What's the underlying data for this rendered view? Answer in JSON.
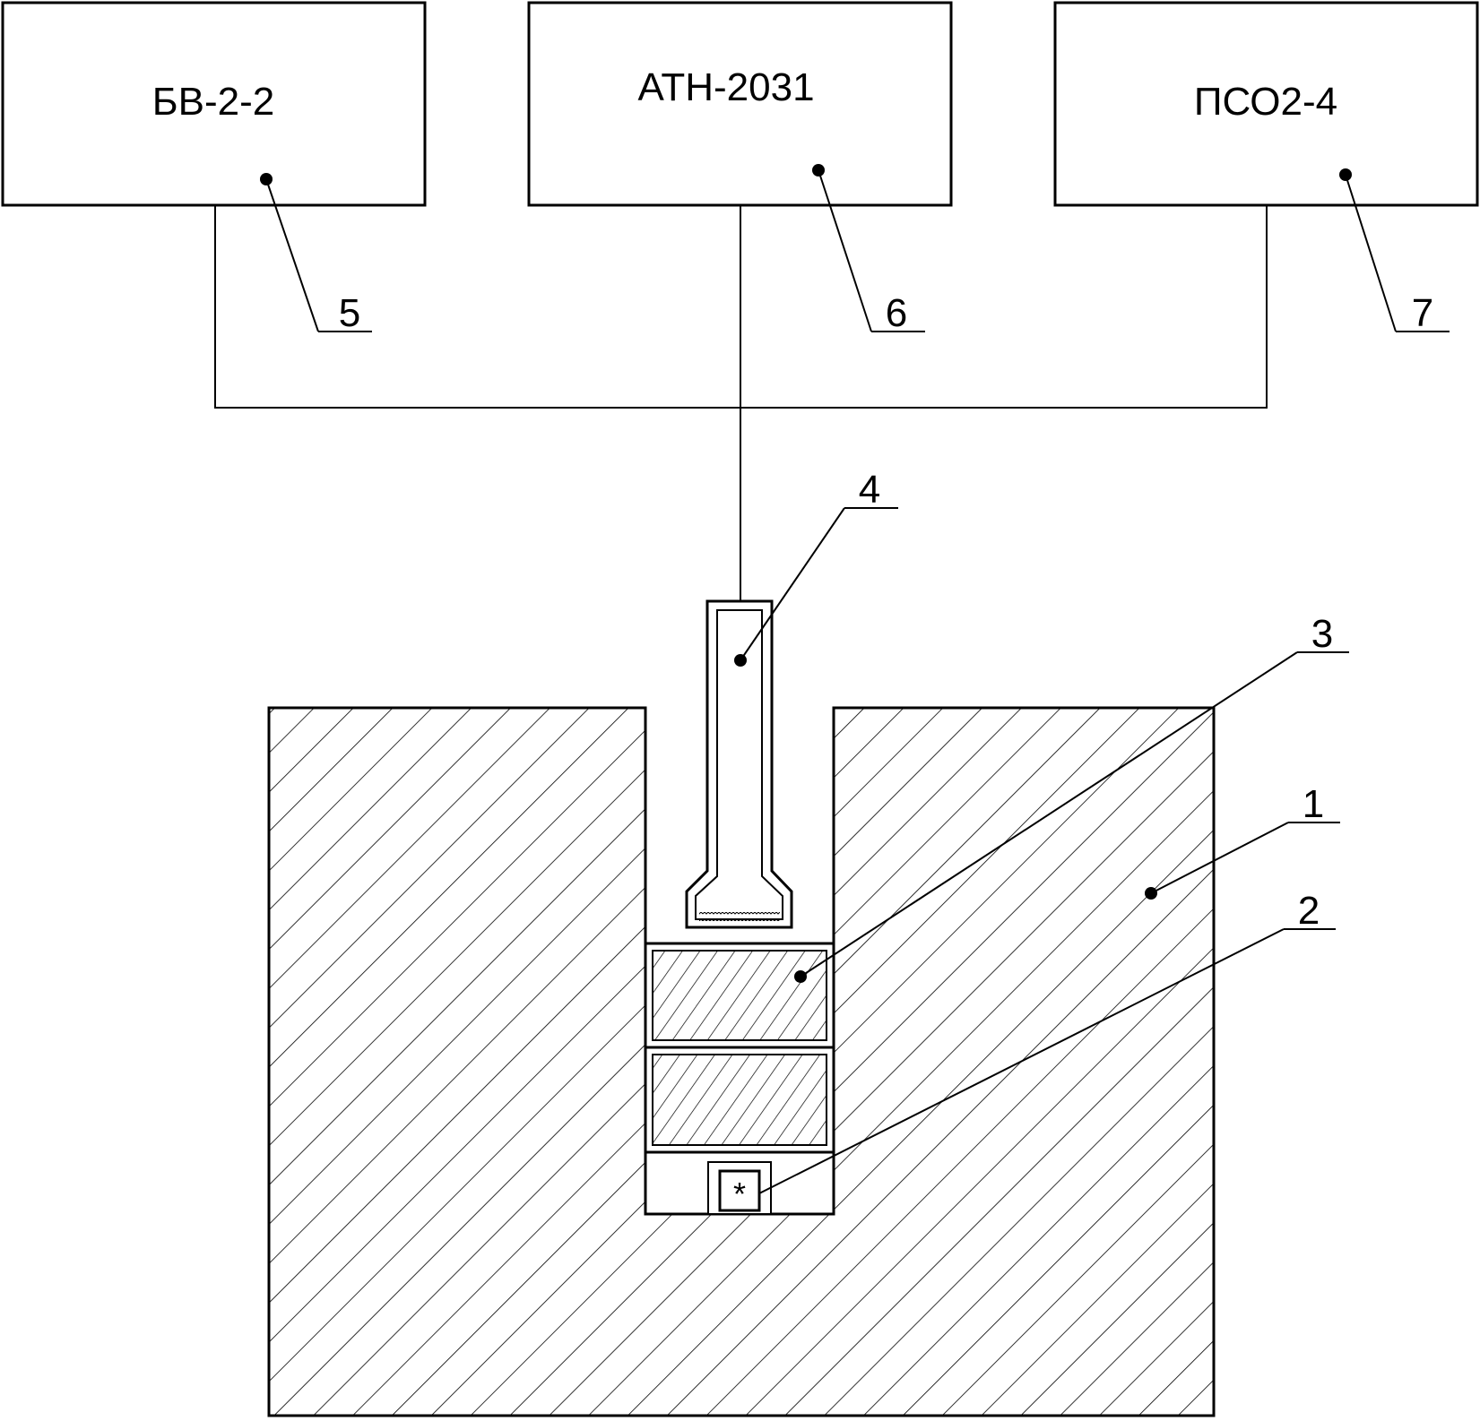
{
  "units": {
    "bv": {
      "label": "БВ-2-2",
      "number": "5"
    },
    "atn": {
      "label": "АТН-2031",
      "number": "6"
    },
    "pso": {
      "label": "ПСО2-4",
      "number": "7"
    }
  },
  "callouts": {
    "body": "1",
    "source": "2",
    "filter": "3",
    "probe": "4"
  },
  "source_symbol": "*",
  "colors": {
    "line": "#000000",
    "background": "#ffffff"
  }
}
